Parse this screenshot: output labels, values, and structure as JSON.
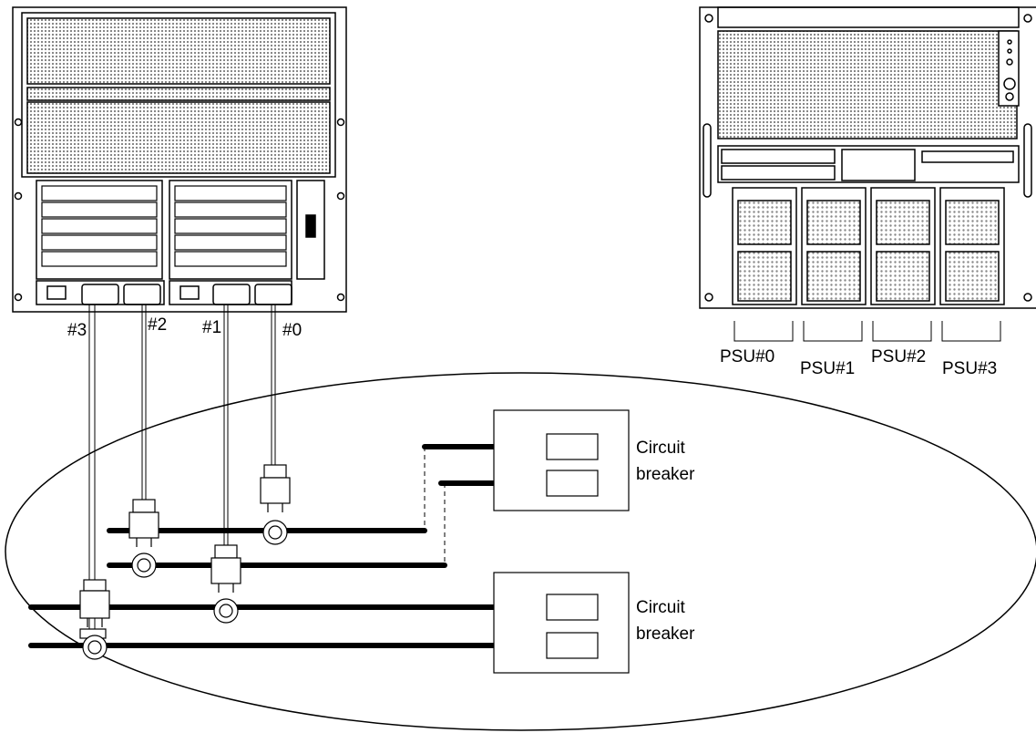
{
  "rear_inlets": {
    "labels": [
      "#3",
      "#2",
      "#1",
      "#0"
    ]
  },
  "front_psus": {
    "labels": [
      "PSU#0",
      "PSU#1",
      "PSU#2",
      "PSU#3"
    ]
  },
  "breakers": {
    "upper": {
      "line1": "Circuit",
      "line2": "breaker"
    },
    "lower": {
      "line1": "Circuit",
      "line2": "breaker"
    }
  },
  "colors": {
    "stroke": "#000000",
    "background": "#ffffff",
    "grille": "#8a8a8a"
  }
}
